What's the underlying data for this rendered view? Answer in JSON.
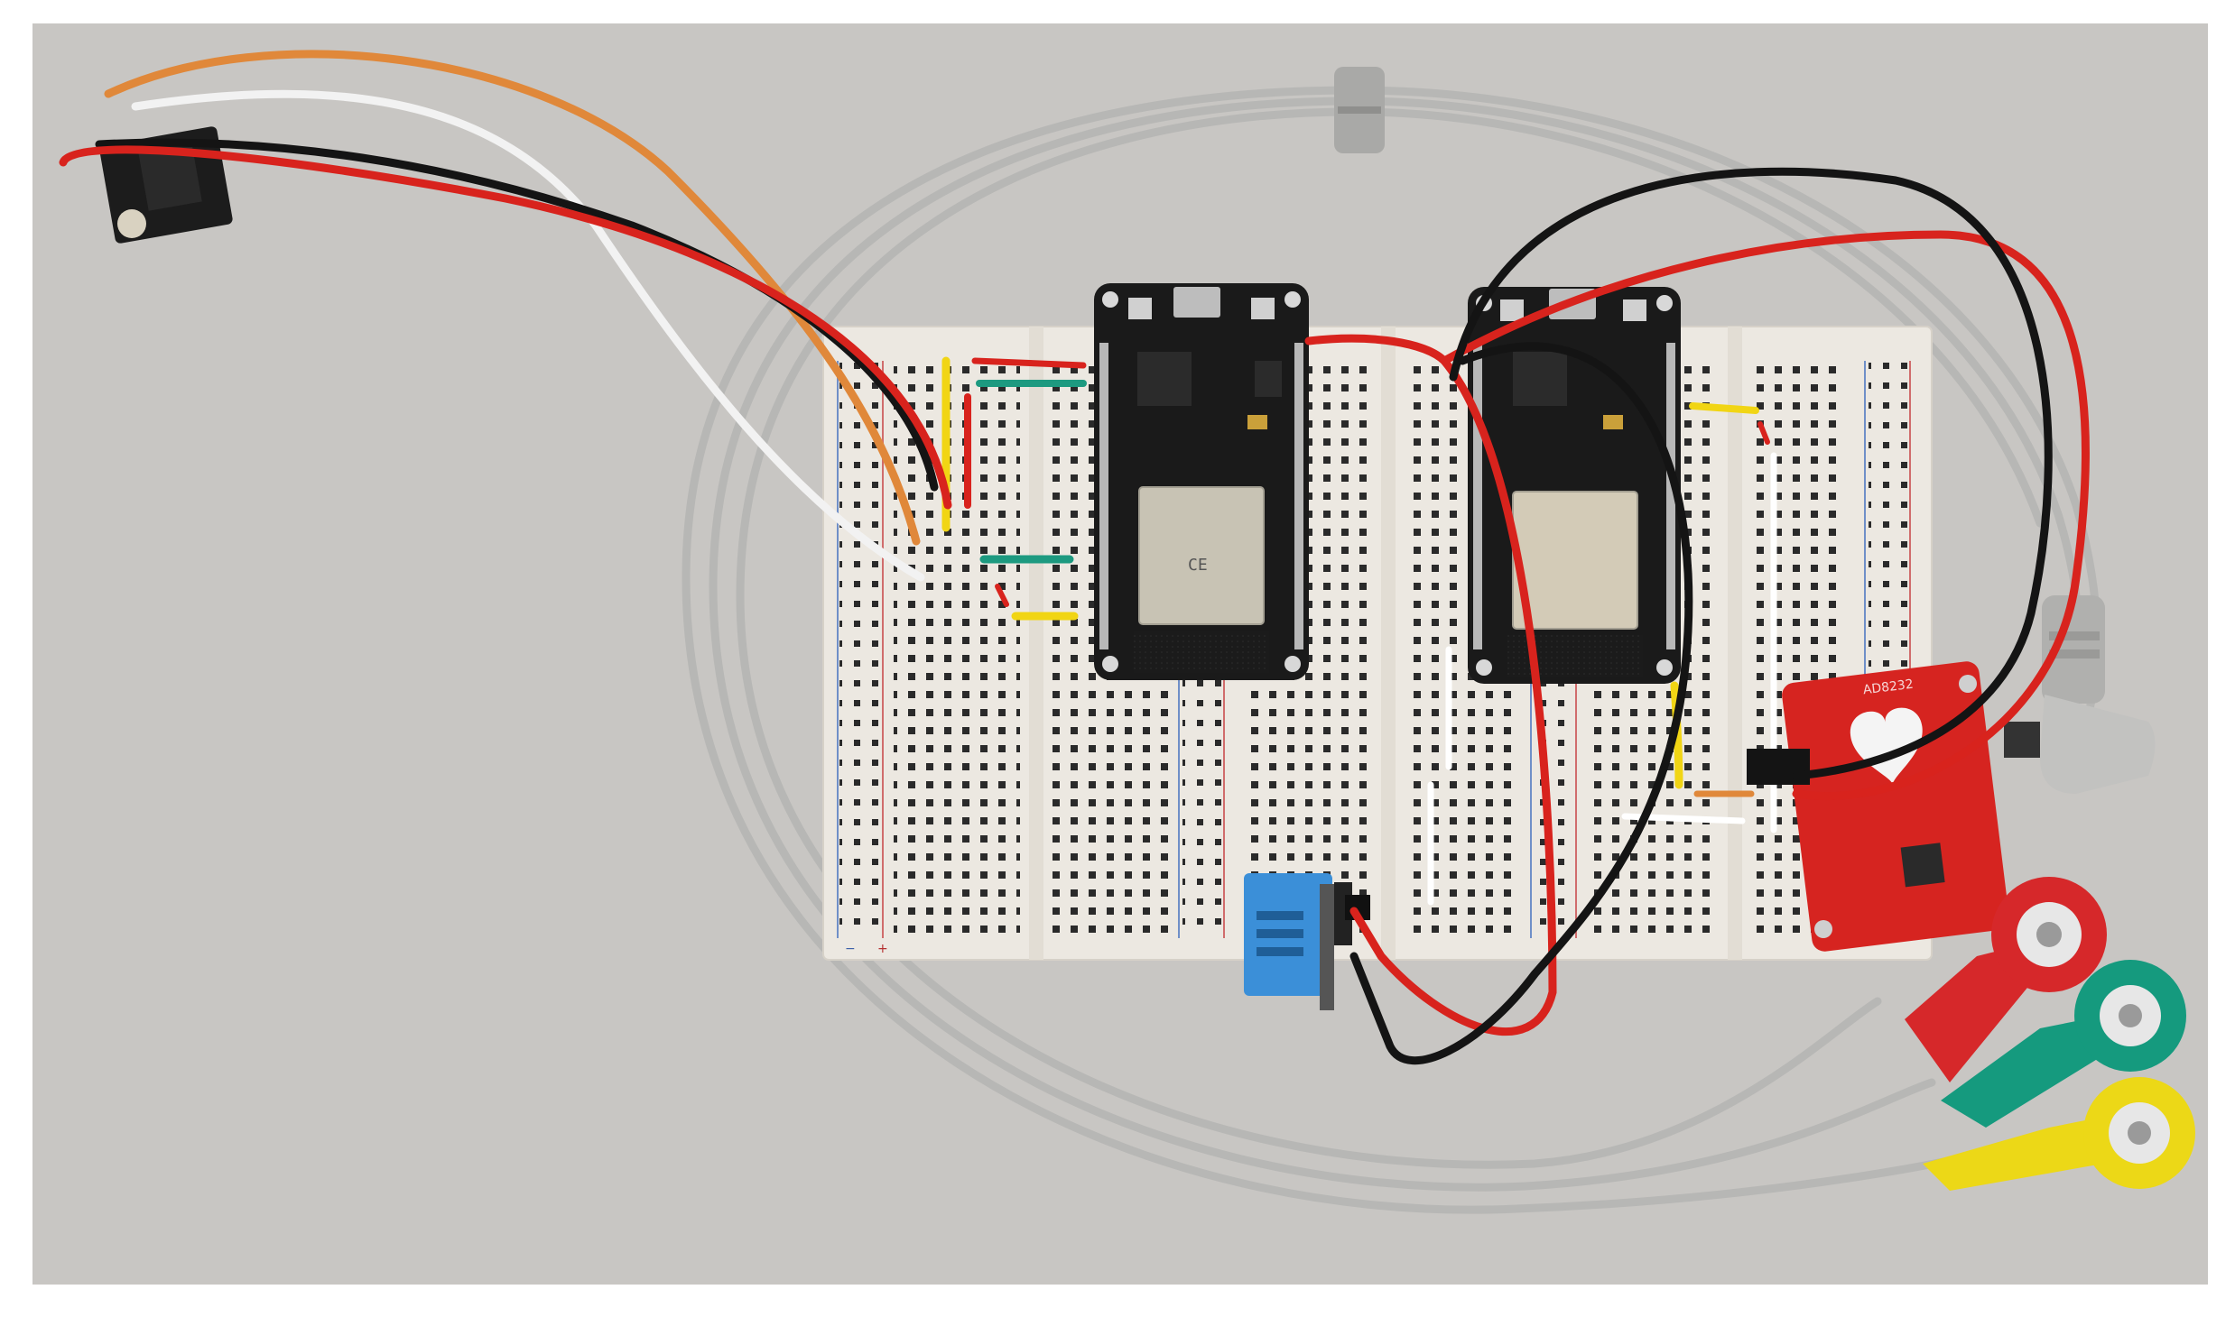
{
  "photo": {
    "colors": {
      "backdrop": "#c8c6c3",
      "frame": "#ffffff",
      "breadboard": "#eeeae3",
      "board_black": "#1a1a1a",
      "shield": "#c8c3b4",
      "sensor_red": "#d62420",
      "dht_blue": "#3b8fd8",
      "wire_red": "#d8231d",
      "wire_black": "#141414",
      "wire_orange": "#e0883a",
      "wire_white": "#f2f2f2",
      "wire_yellow": "#f1d514",
      "wire_green": "#1d9a80",
      "lead_grey": "#b9b9b7",
      "electrode_red": "#d6282a",
      "electrode_green": "#159a7e",
      "electrode_yellow": "#ecd817"
    },
    "components": {
      "breadboard": "breadboard",
      "esp32_board_1": "esp32-dev-board",
      "esp32_board_2": "esp32-dev-board",
      "ecg_sensor": "ecg-sensor-board",
      "dht_sensor": "dht-temperature-humidity-sensor",
      "connector": "header-connector",
      "electrodes": [
        "red-electrode",
        "green-electrode",
        "yellow-electrode"
      ]
    },
    "labels": {
      "esp32_1_logo": "CE",
      "ecg_board_title": "AD8232",
      "rail_minus": "−",
      "rail_plus": "+"
    }
  }
}
